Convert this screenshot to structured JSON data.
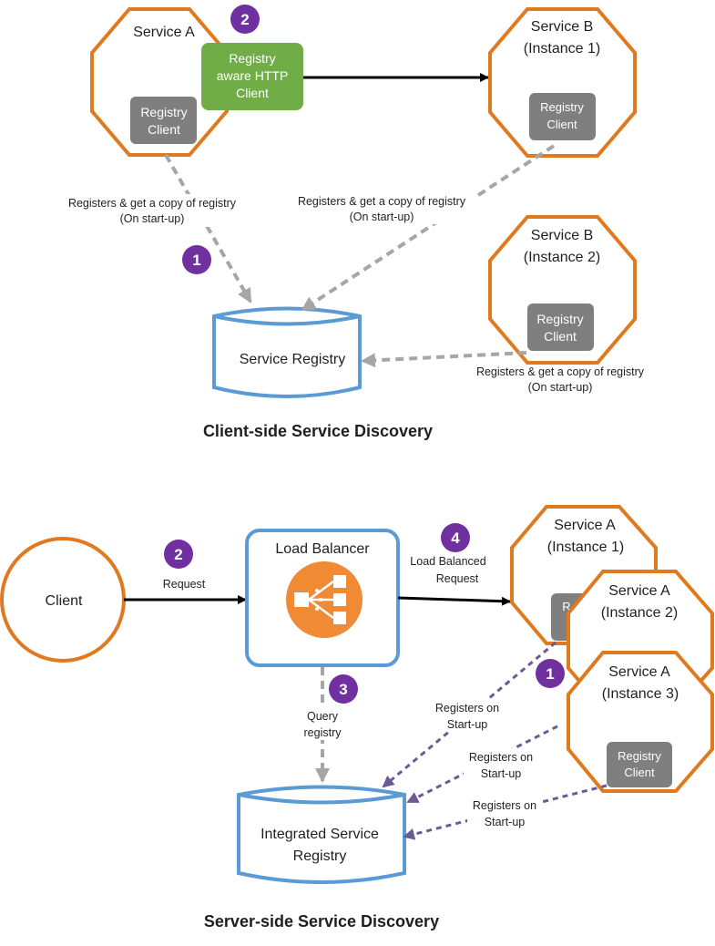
{
  "colors": {
    "orange": "#e07a1f",
    "blue": "#5b9bd5",
    "green": "#70ad47",
    "gray": "#7f7f7f",
    "purple": "#7030a0",
    "gray_arrow": "#a6a6a6",
    "purple_arrow": "#6b5b95"
  },
  "top": {
    "service_a": "Service A",
    "http_client_line1": "Registry",
    "http_client_line2": "aware HTTP",
    "http_client_line3": "Client",
    "registry_client_line1": "Registry",
    "registry_client_line2": "Client",
    "service_b1_line1": "Service B",
    "service_b1_line2": "(Instance 1)",
    "service_b2_line1": "Service B",
    "service_b2_line2": "(Instance 2)",
    "service_registry": "Service Registry",
    "register_text_line1": "Registers & get a copy of registry",
    "register_text_line2": "(On start-up)",
    "badge_1": "1",
    "badge_2": "2",
    "section_title": "Client-side Service Discovery",
    "icons": {
      "badge": "numbered-circle-badge"
    }
  },
  "bottom": {
    "client": "Client",
    "request": "Request",
    "load_balancer": "Load Balancer",
    "lb_request_line1": "Load Balanced",
    "lb_request_line2": "Request",
    "query_line1": "Query",
    "query_line2": "registry",
    "service_a_line1": "Service A",
    "instance1": "(Instance 1)",
    "instance2": "(Instance 2)",
    "instance3": "(Instance 3)",
    "registry_client_partial": "R",
    "registry_client_line1": "Registry",
    "registry_client_line2": "Client",
    "registers_on_line1": "Registers on",
    "registers_on_line2": "Start-up",
    "integrated_line1": "Integrated Service",
    "integrated_line2": "Registry",
    "badge_1": "1",
    "badge_2": "2",
    "badge_3": "3",
    "badge_4": "4",
    "section_title": "Server-side Service Discovery",
    "icons": {
      "load_balancer": "load-balancer-icon"
    }
  }
}
